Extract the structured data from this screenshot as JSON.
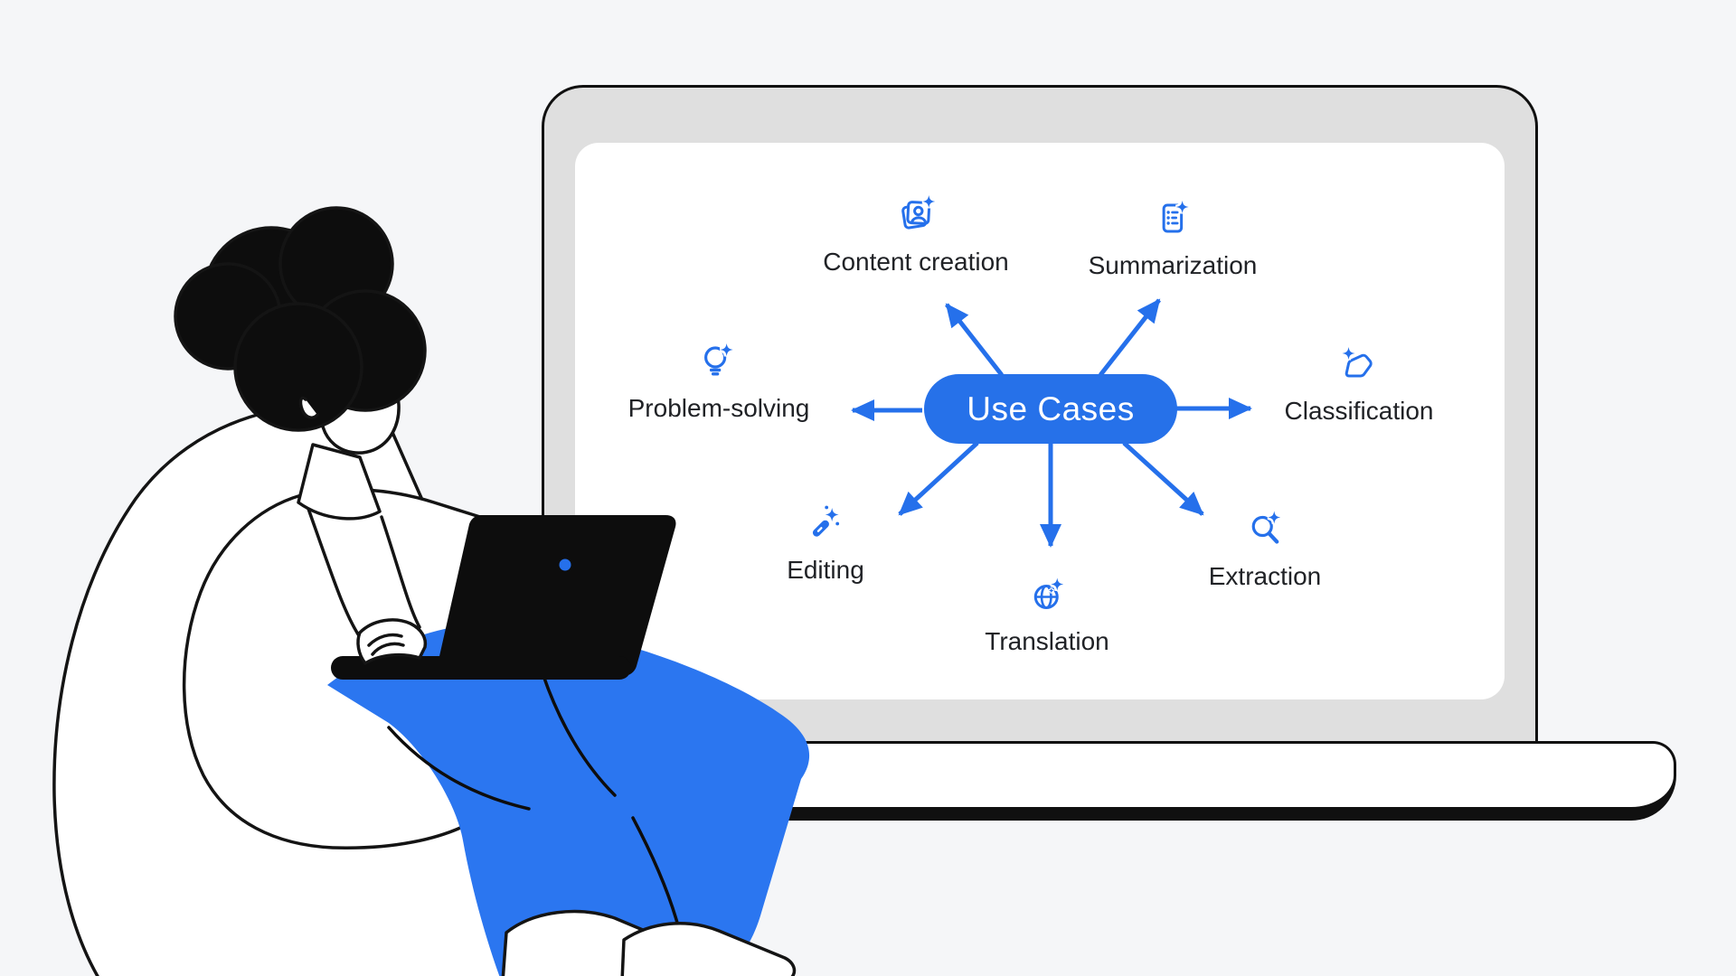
{
  "page": {
    "background_color": "#f5f6f8"
  },
  "diagram": {
    "accent_color": "#2570eb",
    "label_color": "#202226",
    "center": {
      "label": "Use Cases",
      "bg_color": "#2671e9",
      "text_color": "#ffffff"
    },
    "nodes": [
      {
        "id": "content-creation",
        "label": "Content creation",
        "icon": "photo-sparkle-icon"
      },
      {
        "id": "summarization",
        "label": "Summarization",
        "icon": "document-sparkle-icon"
      },
      {
        "id": "classification",
        "label": "Classification",
        "icon": "tag-sparkle-icon"
      },
      {
        "id": "extraction",
        "label": "Extraction",
        "icon": "magnifier-sparkle-icon"
      },
      {
        "id": "translation",
        "label": "Translation",
        "icon": "globe-sparkle-icon"
      },
      {
        "id": "editing",
        "label": "Editing",
        "icon": "wand-sparkle-icon"
      },
      {
        "id": "problem-solving",
        "label": "Problem-solving",
        "icon": "lightbulb-sparkle-icon"
      }
    ]
  },
  "illustration": {
    "laptop": {
      "bezel_color": "#dfdfdf",
      "screen_color": "#ffffff",
      "outline_color": "#101010"
    },
    "person": {
      "hair_color": "#0d0d0d",
      "skin_color": "#ffffff",
      "shirt_color": "#ffffff",
      "pants_color": "#2b76f0",
      "beanbag_color": "#ffffff",
      "device_color": "#0d0d0d",
      "device_logo_color": "#2570eb",
      "shoe_color": "#ffffff"
    }
  }
}
